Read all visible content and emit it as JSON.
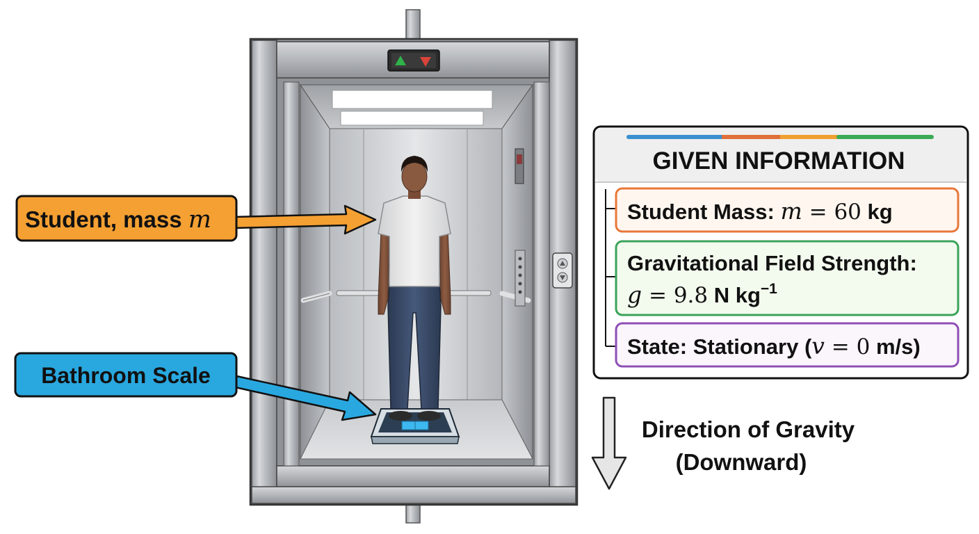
{
  "callouts": {
    "student": {
      "text": "Student, mass ",
      "var": "m",
      "color": "#F5A033"
    },
    "scale": {
      "text": "Bathroom Scale",
      "color": "#29A8E0"
    }
  },
  "info_panel": {
    "title": "GIVEN INFORMATION",
    "top_stripe_colors": [
      "#3A8FD0",
      "#E0703A",
      "#F0A030",
      "#3BAA55"
    ],
    "items": [
      {
        "label": "Student Mass: ",
        "var": "m",
        "eq": " = ",
        "value": "60",
        "unit": " kg",
        "color": "#E8773A",
        "fill": "#FFF6EF"
      },
      {
        "label": "Gravitational Field Strength:",
        "var": "g",
        "eq": " = ",
        "value": "9.8",
        "unit": " N kg",
        "sup": "−1",
        "color": "#3BA35A",
        "fill": "#F3FAEE"
      },
      {
        "label": "State: Stationary (",
        "var": "v",
        "eq": " = ",
        "value": "0",
        "unit": " m/s)",
        "color": "#8E4FB5",
        "fill": "#FBF5FC"
      }
    ]
  },
  "gravity": {
    "line1": "Direction of Gravity",
    "line2": "(Downward)"
  },
  "indicator": {
    "up_color": "#2FB24A",
    "down_color": "#D9443A"
  }
}
